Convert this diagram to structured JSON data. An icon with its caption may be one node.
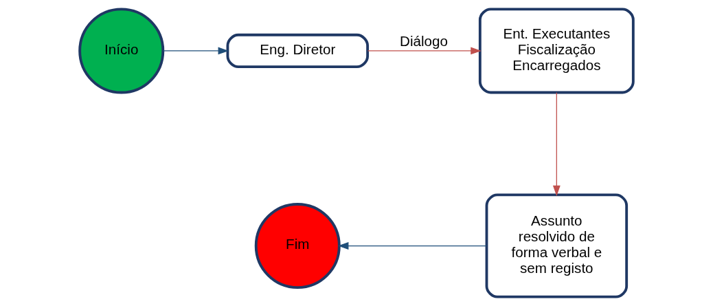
{
  "diagram": {
    "nodes": [
      {
        "text": [
          "Início"
        ]
      },
      {
        "text": [
          "Eng. Diretor"
        ]
      },
      {
        "text": [
          "Ent. Executantes",
          "Fiscalização",
          "Encarregados"
        ]
      },
      {
        "text": [
          "Assunto resolvido de forma verbal e sem registo"
        ]
      },
      {
        "text": [
          "Fim"
        ]
      }
    ],
    "edges": [
      {
        "from": 0,
        "to": 1,
        "arrow": "to",
        "color": "#1f4e79"
      },
      {
        "from": 1,
        "to": 2,
        "arrow": "to",
        "label": "Diálogo",
        "color": "#c0504d"
      },
      {
        "from": 2,
        "to": 3,
        "arrow": "to",
        "color": "#c0504d"
      },
      {
        "from": 3,
        "to": 4,
        "arrow": "to",
        "color": "#1f4e79"
      }
    ]
  }
}
